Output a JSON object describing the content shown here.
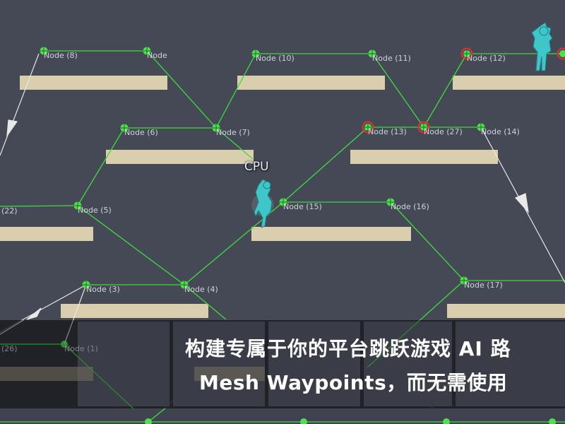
{
  "scene": {
    "background": "#454956",
    "platform_color": "#d9ceae",
    "link_color": "#3ddc3d",
    "node_color": "#4fe04f",
    "highlight_node_color": "#e03030",
    "arrow_color": "#e8e8e8",
    "character_color": "#3ec6c8"
  },
  "nodes": {
    "n8": "Node (8)",
    "n9": "Node",
    "n10": "Node (10)",
    "n11": "Node (11)",
    "n12": "Node (12)",
    "n6": "Node (6)",
    "n7": "Node (7)",
    "n13": "Node (13)",
    "n27": "Node (27)",
    "n14": "Node (14)",
    "n22": "(22)",
    "n5": "Node (5)",
    "n15": "Node (15)",
    "n16": "Node (16)",
    "n3": "Node (3)",
    "n4": "Node (4)",
    "n17": "Node (17)",
    "n26": "(26)",
    "n1": "Node (1)"
  },
  "cpu_label": "CPU",
  "caption": {
    "line1": "构建专属于你的平台跳跃游戏 AI 路",
    "line2": "Mesh Waypoints，而无需使用"
  }
}
